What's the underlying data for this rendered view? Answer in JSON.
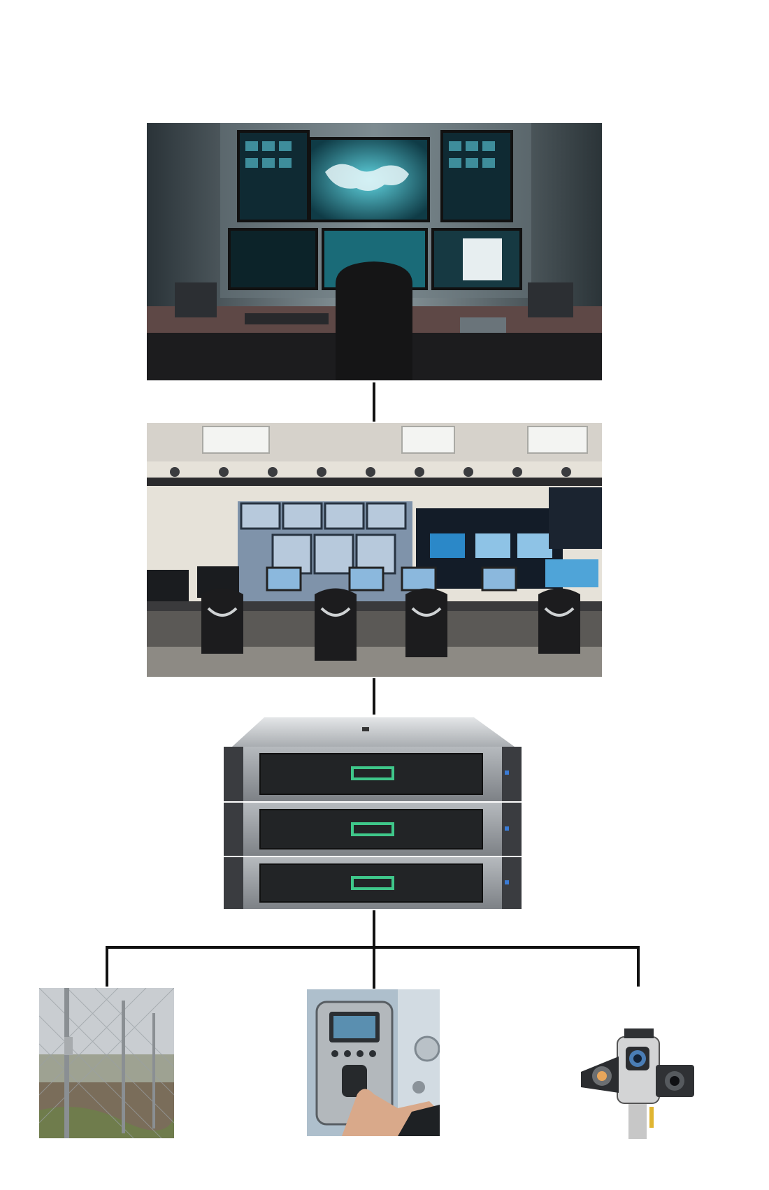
{
  "diagram": {
    "type": "hierarchy",
    "nodes": [
      {
        "id": "command-center",
        "icon": "command-center-photo"
      },
      {
        "id": "monitoring-room",
        "icon": "monitoring-room-photo"
      },
      {
        "id": "server-stack",
        "icon": "server-rack-icon"
      },
      {
        "id": "perimeter-fence",
        "icon": "fence-photo"
      },
      {
        "id": "biometric-access",
        "icon": "fingerprint-reader-photo"
      },
      {
        "id": "surveillance-camera",
        "icon": "ptz-camera-photo"
      }
    ],
    "edges": [
      {
        "from": "command-center",
        "to": "monitoring-room"
      },
      {
        "from": "monitoring-room",
        "to": "server-stack"
      },
      {
        "from": "server-stack",
        "to": "perimeter-fence"
      },
      {
        "from": "server-stack",
        "to": "biometric-access"
      },
      {
        "from": "server-stack",
        "to": "surveillance-camera"
      }
    ],
    "colors": {
      "line": "#111111",
      "accent_green": "#3fc78a",
      "screen_cyan": "#3fb8c8",
      "server_gray": "#9a9ea3"
    }
  }
}
